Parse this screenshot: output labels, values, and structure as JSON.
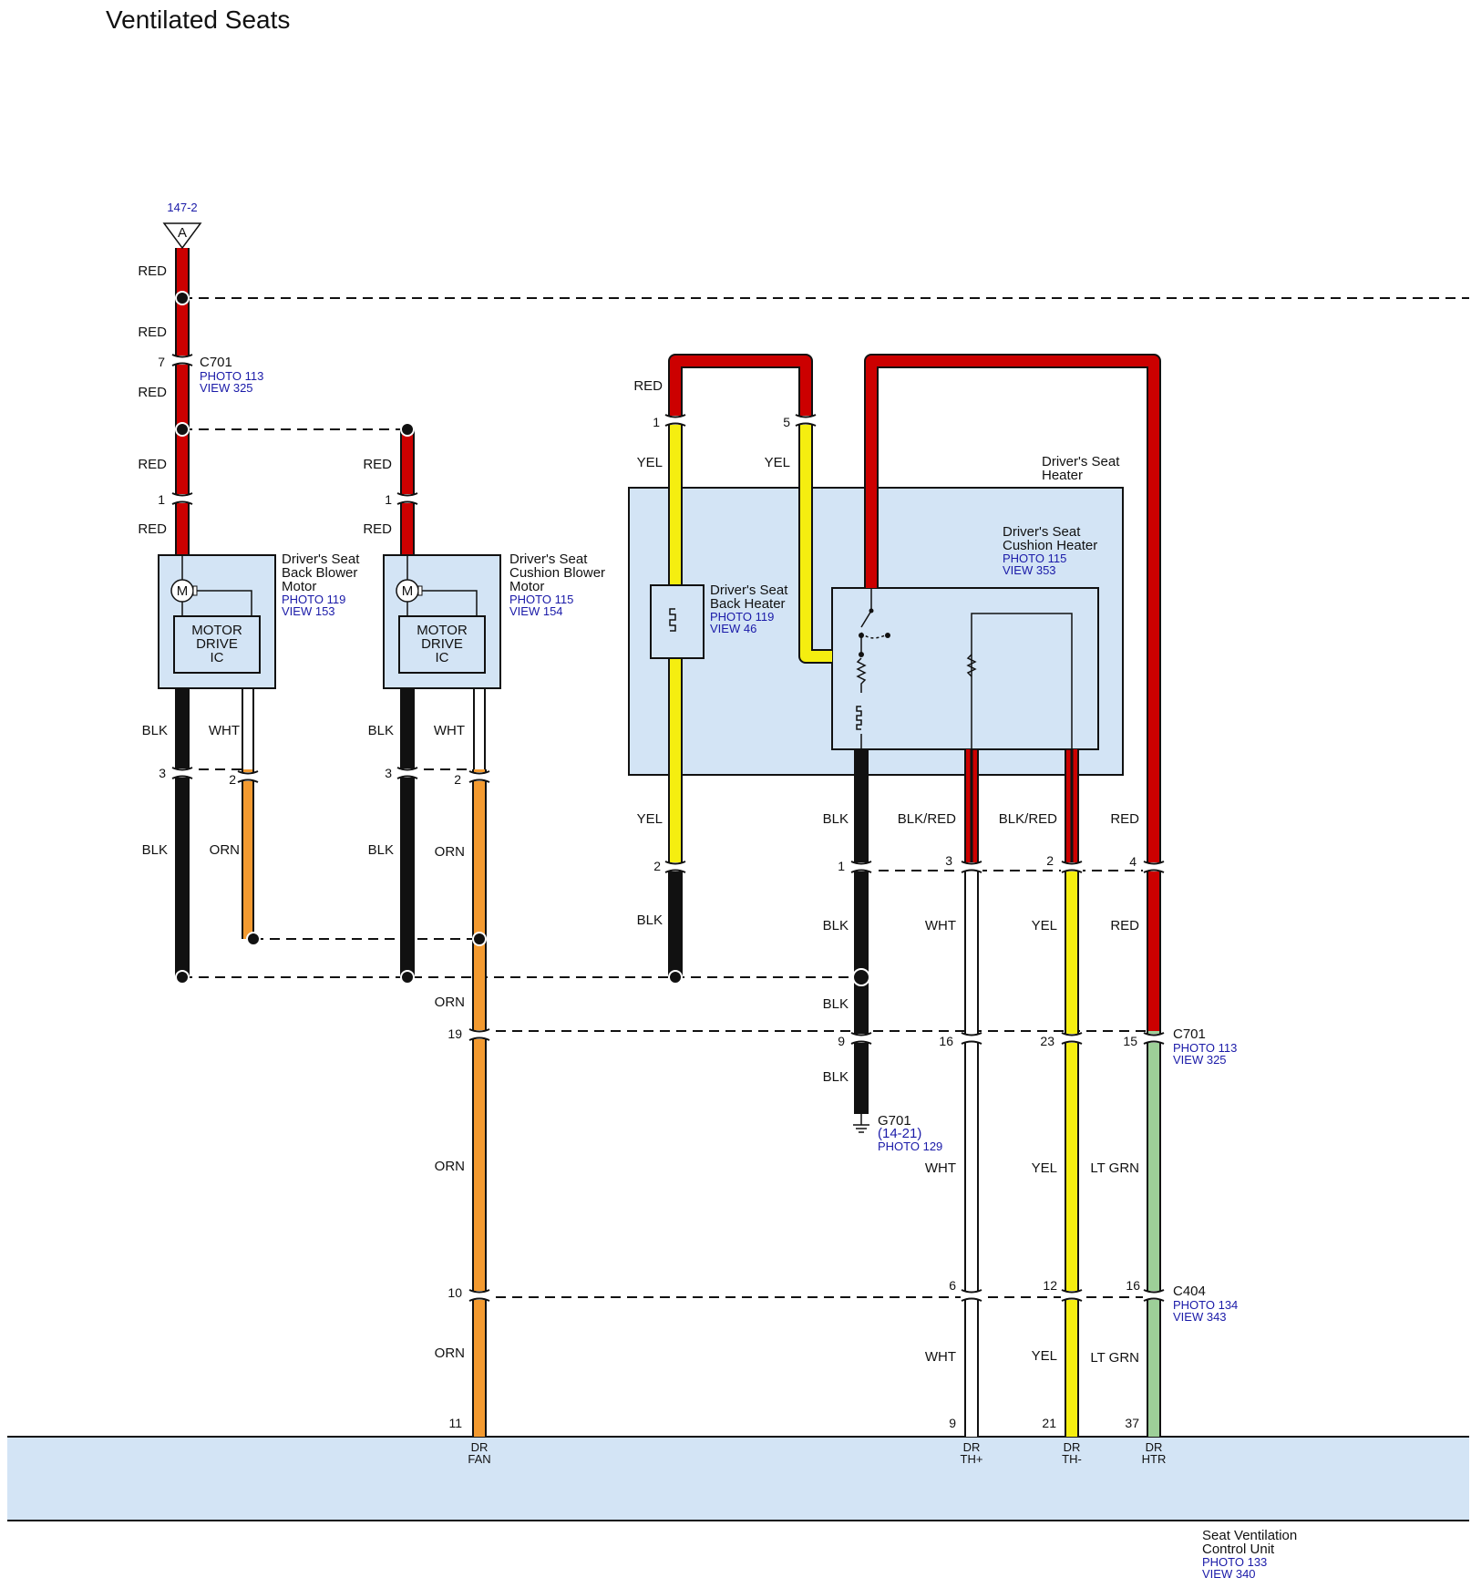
{
  "title": "Ventilated Seats",
  "offpage": {
    "ref": "147-2",
    "letter": "A"
  },
  "colors": {
    "RED": "#cc0000",
    "BLK": "#111111",
    "WHT": "#ffffff",
    "ORN": "#f39a30",
    "YEL": "#f5ee10",
    "LT GRN": "#9dcf98",
    "BLK/RED": "#cc0000",
    "module_fill": "#d3e4f5",
    "ref_text": "#1a1aa8"
  },
  "wire_labels": {
    "red": "RED",
    "blk": "BLK",
    "wht": "WHT",
    "orn": "ORN",
    "yel": "YEL",
    "ltgrn": "LT GRN",
    "blkred": "BLK/RED"
  },
  "connectors": {
    "c701": {
      "name": "C701",
      "photo": "PHOTO 113",
      "view": "VIEW 325"
    },
    "c404": {
      "name": "C404",
      "photo": "PHOTO 134",
      "view": "VIEW 343"
    },
    "g701": {
      "name": "G701",
      "sub": "(14-21)",
      "photo": "PHOTO 129"
    }
  },
  "components": {
    "back_blower": {
      "line1": "Driver's Seat",
      "line2": "Back Blower",
      "line3": "Motor",
      "photo": "PHOTO 119",
      "view": "VIEW 153",
      "ic1": "MOTOR",
      "ic2": "DRIVE",
      "ic3": "IC",
      "motor": "M"
    },
    "cushion_blower": {
      "line1": "Driver's Seat",
      "line2": "Cushion Blower",
      "line3": "Motor",
      "photo": "PHOTO 115",
      "view": "VIEW 154",
      "ic1": "MOTOR",
      "ic2": "DRIVE",
      "ic3": "IC",
      "motor": "M"
    },
    "seat_heater": {
      "line1": "Driver's Seat",
      "line2": "Heater"
    },
    "cushion_heater": {
      "line1": "Driver's Seat",
      "line2": "Cushion Heater",
      "photo": "PHOTO 115",
      "view": "VIEW 353"
    },
    "back_heater": {
      "line1": "Driver's Seat",
      "line2": "Back Heater",
      "photo": "PHOTO 119",
      "view": "VIEW 46"
    },
    "control_unit": {
      "line1": "Seat Ventilation",
      "line2": "Control Unit",
      "photo": "PHOTO 133",
      "view": "VIEW 340"
    }
  },
  "pins": {
    "c701_top": "7",
    "bb_pwr": "1",
    "cb_pwr": "1",
    "bb_blk": "3",
    "bb_wht": "2",
    "cb_blk": "3",
    "cb_wht": "2",
    "bh_top": "1",
    "ch_top": "5",
    "bh_bot": "2",
    "ch_blk": "1",
    "thp": "3",
    "thm": "2",
    "htr": "4",
    "c701_orn": "19",
    "c701_blk": "9",
    "c701_wht": "16",
    "c701_yel": "23",
    "c701_grn": "15",
    "c404_orn": "10",
    "c404_wht": "6",
    "c404_yel": "12",
    "c404_grn": "16",
    "cu_fan": "11",
    "cu_thp": "9",
    "cu_thm": "21",
    "cu_htr": "37"
  },
  "terminals": {
    "fan": {
      "l1": "DR",
      "l2": "FAN"
    },
    "thp": {
      "l1": "DR",
      "l2": "TH+"
    },
    "thm": {
      "l1": "DR",
      "l2": "TH-"
    },
    "htr": {
      "l1": "DR",
      "l2": "HTR"
    }
  }
}
